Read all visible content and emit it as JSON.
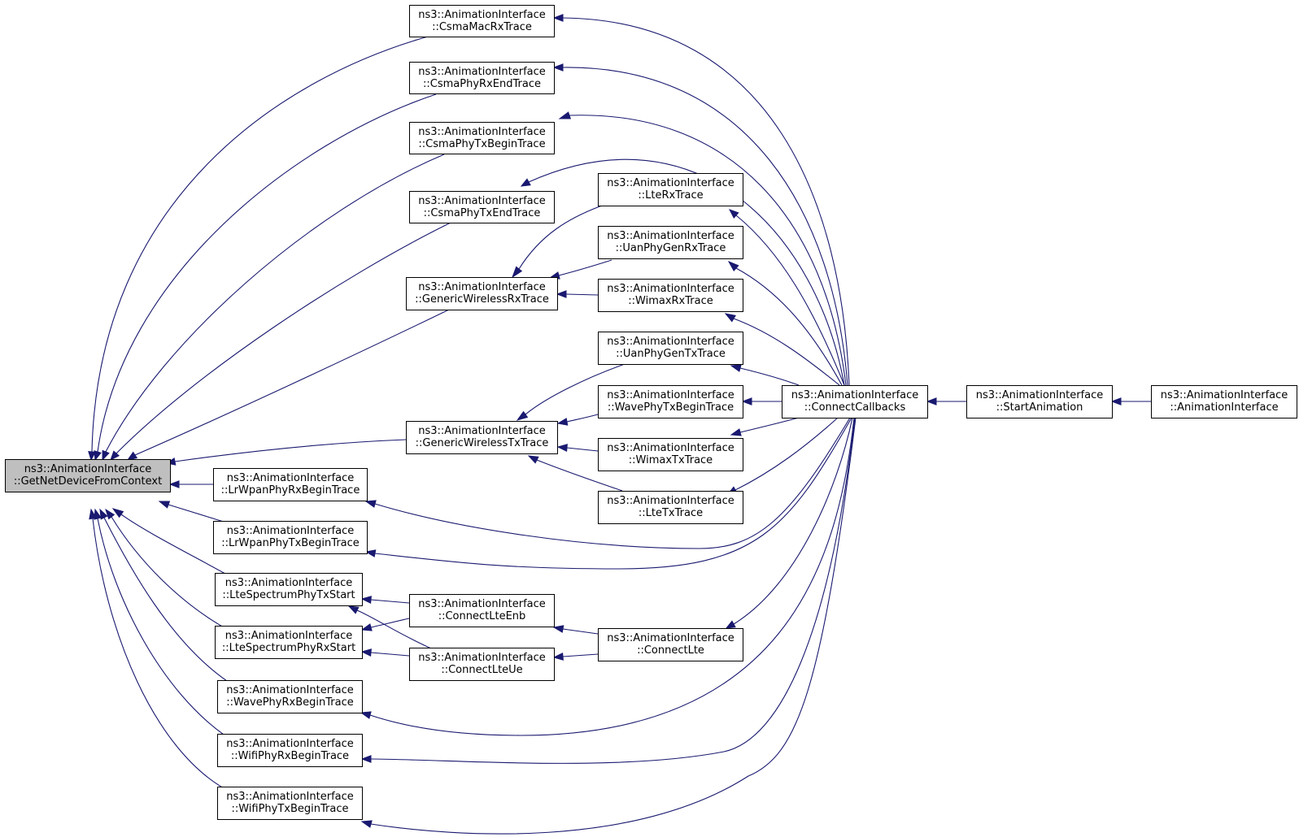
{
  "colors": {
    "edge": "#191970",
    "node_fill": "#ffffff",
    "root_fill": "#bfbfbf",
    "border": "#000000"
  },
  "nodes": [
    {
      "id": "GetNetDeviceFromContext",
      "lines": [
        "ns3::AnimationInterface",
        "::GetNetDeviceFromContext"
      ],
      "root": true
    },
    {
      "id": "CsmaMacRxTrace",
      "lines": [
        "ns3::AnimationInterface",
        "::CsmaMacRxTrace"
      ]
    },
    {
      "id": "CsmaPhyRxEndTrace",
      "lines": [
        "ns3::AnimationInterface",
        "::CsmaPhyRxEndTrace"
      ]
    },
    {
      "id": "CsmaPhyTxBeginTrace",
      "lines": [
        "ns3::AnimationInterface",
        "::CsmaPhyTxBeginTrace"
      ]
    },
    {
      "id": "CsmaPhyTxEndTrace",
      "lines": [
        "ns3::AnimationInterface",
        "::CsmaPhyTxEndTrace"
      ]
    },
    {
      "id": "GenericWirelessRxTrace",
      "lines": [
        "ns3::AnimationInterface",
        "::GenericWirelessRxTrace"
      ]
    },
    {
      "id": "GenericWirelessTxTrace",
      "lines": [
        "ns3::AnimationInterface",
        "::GenericWirelessTxTrace"
      ]
    },
    {
      "id": "LrWpanPhyRxBeginTrace",
      "lines": [
        "ns3::AnimationInterface",
        "::LrWpanPhyRxBeginTrace"
      ]
    },
    {
      "id": "LrWpanPhyTxBeginTrace",
      "lines": [
        "ns3::AnimationInterface",
        "::LrWpanPhyTxBeginTrace"
      ]
    },
    {
      "id": "LteSpectrumPhyTxStart",
      "lines": [
        "ns3::AnimationInterface",
        "::LteSpectrumPhyTxStart"
      ]
    },
    {
      "id": "LteSpectrumPhyRxStart",
      "lines": [
        "ns3::AnimationInterface",
        "::LteSpectrumPhyRxStart"
      ]
    },
    {
      "id": "WavePhyRxBeginTrace",
      "lines": [
        "ns3::AnimationInterface",
        "::WavePhyRxBeginTrace"
      ]
    },
    {
      "id": "WifiPhyRxBeginTrace",
      "lines": [
        "ns3::AnimationInterface",
        "::WifiPhyRxBeginTrace"
      ]
    },
    {
      "id": "WifiPhyTxBeginTrace",
      "lines": [
        "ns3::AnimationInterface",
        "::WifiPhyTxBeginTrace"
      ]
    },
    {
      "id": "LteRxTrace",
      "lines": [
        "ns3::AnimationInterface",
        "::LteRxTrace"
      ]
    },
    {
      "id": "UanPhyGenRxTrace",
      "lines": [
        "ns3::AnimationInterface",
        "::UanPhyGenRxTrace"
      ]
    },
    {
      "id": "WimaxRxTrace",
      "lines": [
        "ns3::AnimationInterface",
        "::WimaxRxTrace"
      ]
    },
    {
      "id": "UanPhyGenTxTrace",
      "lines": [
        "ns3::AnimationInterface",
        "::UanPhyGenTxTrace"
      ]
    },
    {
      "id": "WavePhyTxBeginTrace",
      "lines": [
        "ns3::AnimationInterface",
        "::WavePhyTxBeginTrace"
      ]
    },
    {
      "id": "WimaxTxTrace",
      "lines": [
        "ns3::AnimationInterface",
        "::WimaxTxTrace"
      ]
    },
    {
      "id": "LteTxTrace",
      "lines": [
        "ns3::AnimationInterface",
        "::LteTxTrace"
      ]
    },
    {
      "id": "ConnectLteEnb",
      "lines": [
        "ns3::AnimationInterface",
        "::ConnectLteEnb"
      ]
    },
    {
      "id": "ConnectLteUe",
      "lines": [
        "ns3::AnimationInterface",
        "::ConnectLteUe"
      ]
    },
    {
      "id": "ConnectLte",
      "lines": [
        "ns3::AnimationInterface",
        "::ConnectLte"
      ]
    },
    {
      "id": "ConnectCallbacks",
      "lines": [
        "ns3::AnimationInterface",
        "::ConnectCallbacks"
      ]
    },
    {
      "id": "StartAnimation",
      "lines": [
        "ns3::AnimationInterface",
        "::StartAnimation"
      ]
    },
    {
      "id": "AnimationInterface",
      "lines": [
        "ns3::AnimationInterface",
        "::AnimationInterface"
      ]
    }
  ],
  "edges": [
    {
      "from": "CsmaMacRxTrace",
      "to": "GetNetDeviceFromContext"
    },
    {
      "from": "CsmaPhyRxEndTrace",
      "to": "GetNetDeviceFromContext"
    },
    {
      "from": "CsmaPhyTxBeginTrace",
      "to": "GetNetDeviceFromContext"
    },
    {
      "from": "CsmaPhyTxEndTrace",
      "to": "GetNetDeviceFromContext"
    },
    {
      "from": "GenericWirelessRxTrace",
      "to": "GetNetDeviceFromContext"
    },
    {
      "from": "GenericWirelessTxTrace",
      "to": "GetNetDeviceFromContext"
    },
    {
      "from": "LrWpanPhyRxBeginTrace",
      "to": "GetNetDeviceFromContext"
    },
    {
      "from": "LrWpanPhyTxBeginTrace",
      "to": "GetNetDeviceFromContext"
    },
    {
      "from": "LteSpectrumPhyTxStart",
      "to": "GetNetDeviceFromContext"
    },
    {
      "from": "LteSpectrumPhyRxStart",
      "to": "GetNetDeviceFromContext"
    },
    {
      "from": "WavePhyRxBeginTrace",
      "to": "GetNetDeviceFromContext"
    },
    {
      "from": "WifiPhyRxBeginTrace",
      "to": "GetNetDeviceFromContext"
    },
    {
      "from": "WifiPhyTxBeginTrace",
      "to": "GetNetDeviceFromContext"
    },
    {
      "from": "LteRxTrace",
      "to": "GenericWirelessRxTrace"
    },
    {
      "from": "UanPhyGenRxTrace",
      "to": "GenericWirelessRxTrace"
    },
    {
      "from": "WimaxRxTrace",
      "to": "GenericWirelessRxTrace"
    },
    {
      "from": "UanPhyGenTxTrace",
      "to": "GenericWirelessTxTrace"
    },
    {
      "from": "WavePhyTxBeginTrace",
      "to": "GenericWirelessTxTrace"
    },
    {
      "from": "WimaxTxTrace",
      "to": "GenericWirelessTxTrace"
    },
    {
      "from": "LteTxTrace",
      "to": "GenericWirelessTxTrace"
    },
    {
      "from": "ConnectLteEnb",
      "to": "LteSpectrumPhyTxStart"
    },
    {
      "from": "ConnectLteEnb",
      "to": "LteSpectrumPhyRxStart"
    },
    {
      "from": "ConnectLteUe",
      "to": "LteSpectrumPhyTxStart"
    },
    {
      "from": "ConnectLteUe",
      "to": "LteSpectrumPhyRxStart"
    },
    {
      "from": "ConnectLte",
      "to": "ConnectLteEnb"
    },
    {
      "from": "ConnectLte",
      "to": "ConnectLteUe"
    },
    {
      "from": "ConnectCallbacks",
      "to": "CsmaMacRxTrace"
    },
    {
      "from": "ConnectCallbacks",
      "to": "CsmaPhyRxEndTrace"
    },
    {
      "from": "ConnectCallbacks",
      "to": "CsmaPhyTxBeginTrace"
    },
    {
      "from": "ConnectCallbacks",
      "to": "CsmaPhyTxEndTrace"
    },
    {
      "from": "ConnectCallbacks",
      "to": "LteRxTrace"
    },
    {
      "from": "ConnectCallbacks",
      "to": "UanPhyGenRxTrace"
    },
    {
      "from": "ConnectCallbacks",
      "to": "WimaxRxTrace"
    },
    {
      "from": "ConnectCallbacks",
      "to": "UanPhyGenTxTrace"
    },
    {
      "from": "ConnectCallbacks",
      "to": "WavePhyTxBeginTrace"
    },
    {
      "from": "ConnectCallbacks",
      "to": "WimaxTxTrace"
    },
    {
      "from": "ConnectCallbacks",
      "to": "LteTxTrace"
    },
    {
      "from": "ConnectCallbacks",
      "to": "LrWpanPhyRxBeginTrace"
    },
    {
      "from": "ConnectCallbacks",
      "to": "LrWpanPhyTxBeginTrace"
    },
    {
      "from": "ConnectCallbacks",
      "to": "ConnectLte"
    },
    {
      "from": "ConnectCallbacks",
      "to": "WavePhyRxBeginTrace"
    },
    {
      "from": "ConnectCallbacks",
      "to": "WifiPhyRxBeginTrace"
    },
    {
      "from": "ConnectCallbacks",
      "to": "WifiPhyTxBeginTrace"
    },
    {
      "from": "StartAnimation",
      "to": "ConnectCallbacks"
    },
    {
      "from": "AnimationInterface",
      "to": "StartAnimation"
    }
  ]
}
